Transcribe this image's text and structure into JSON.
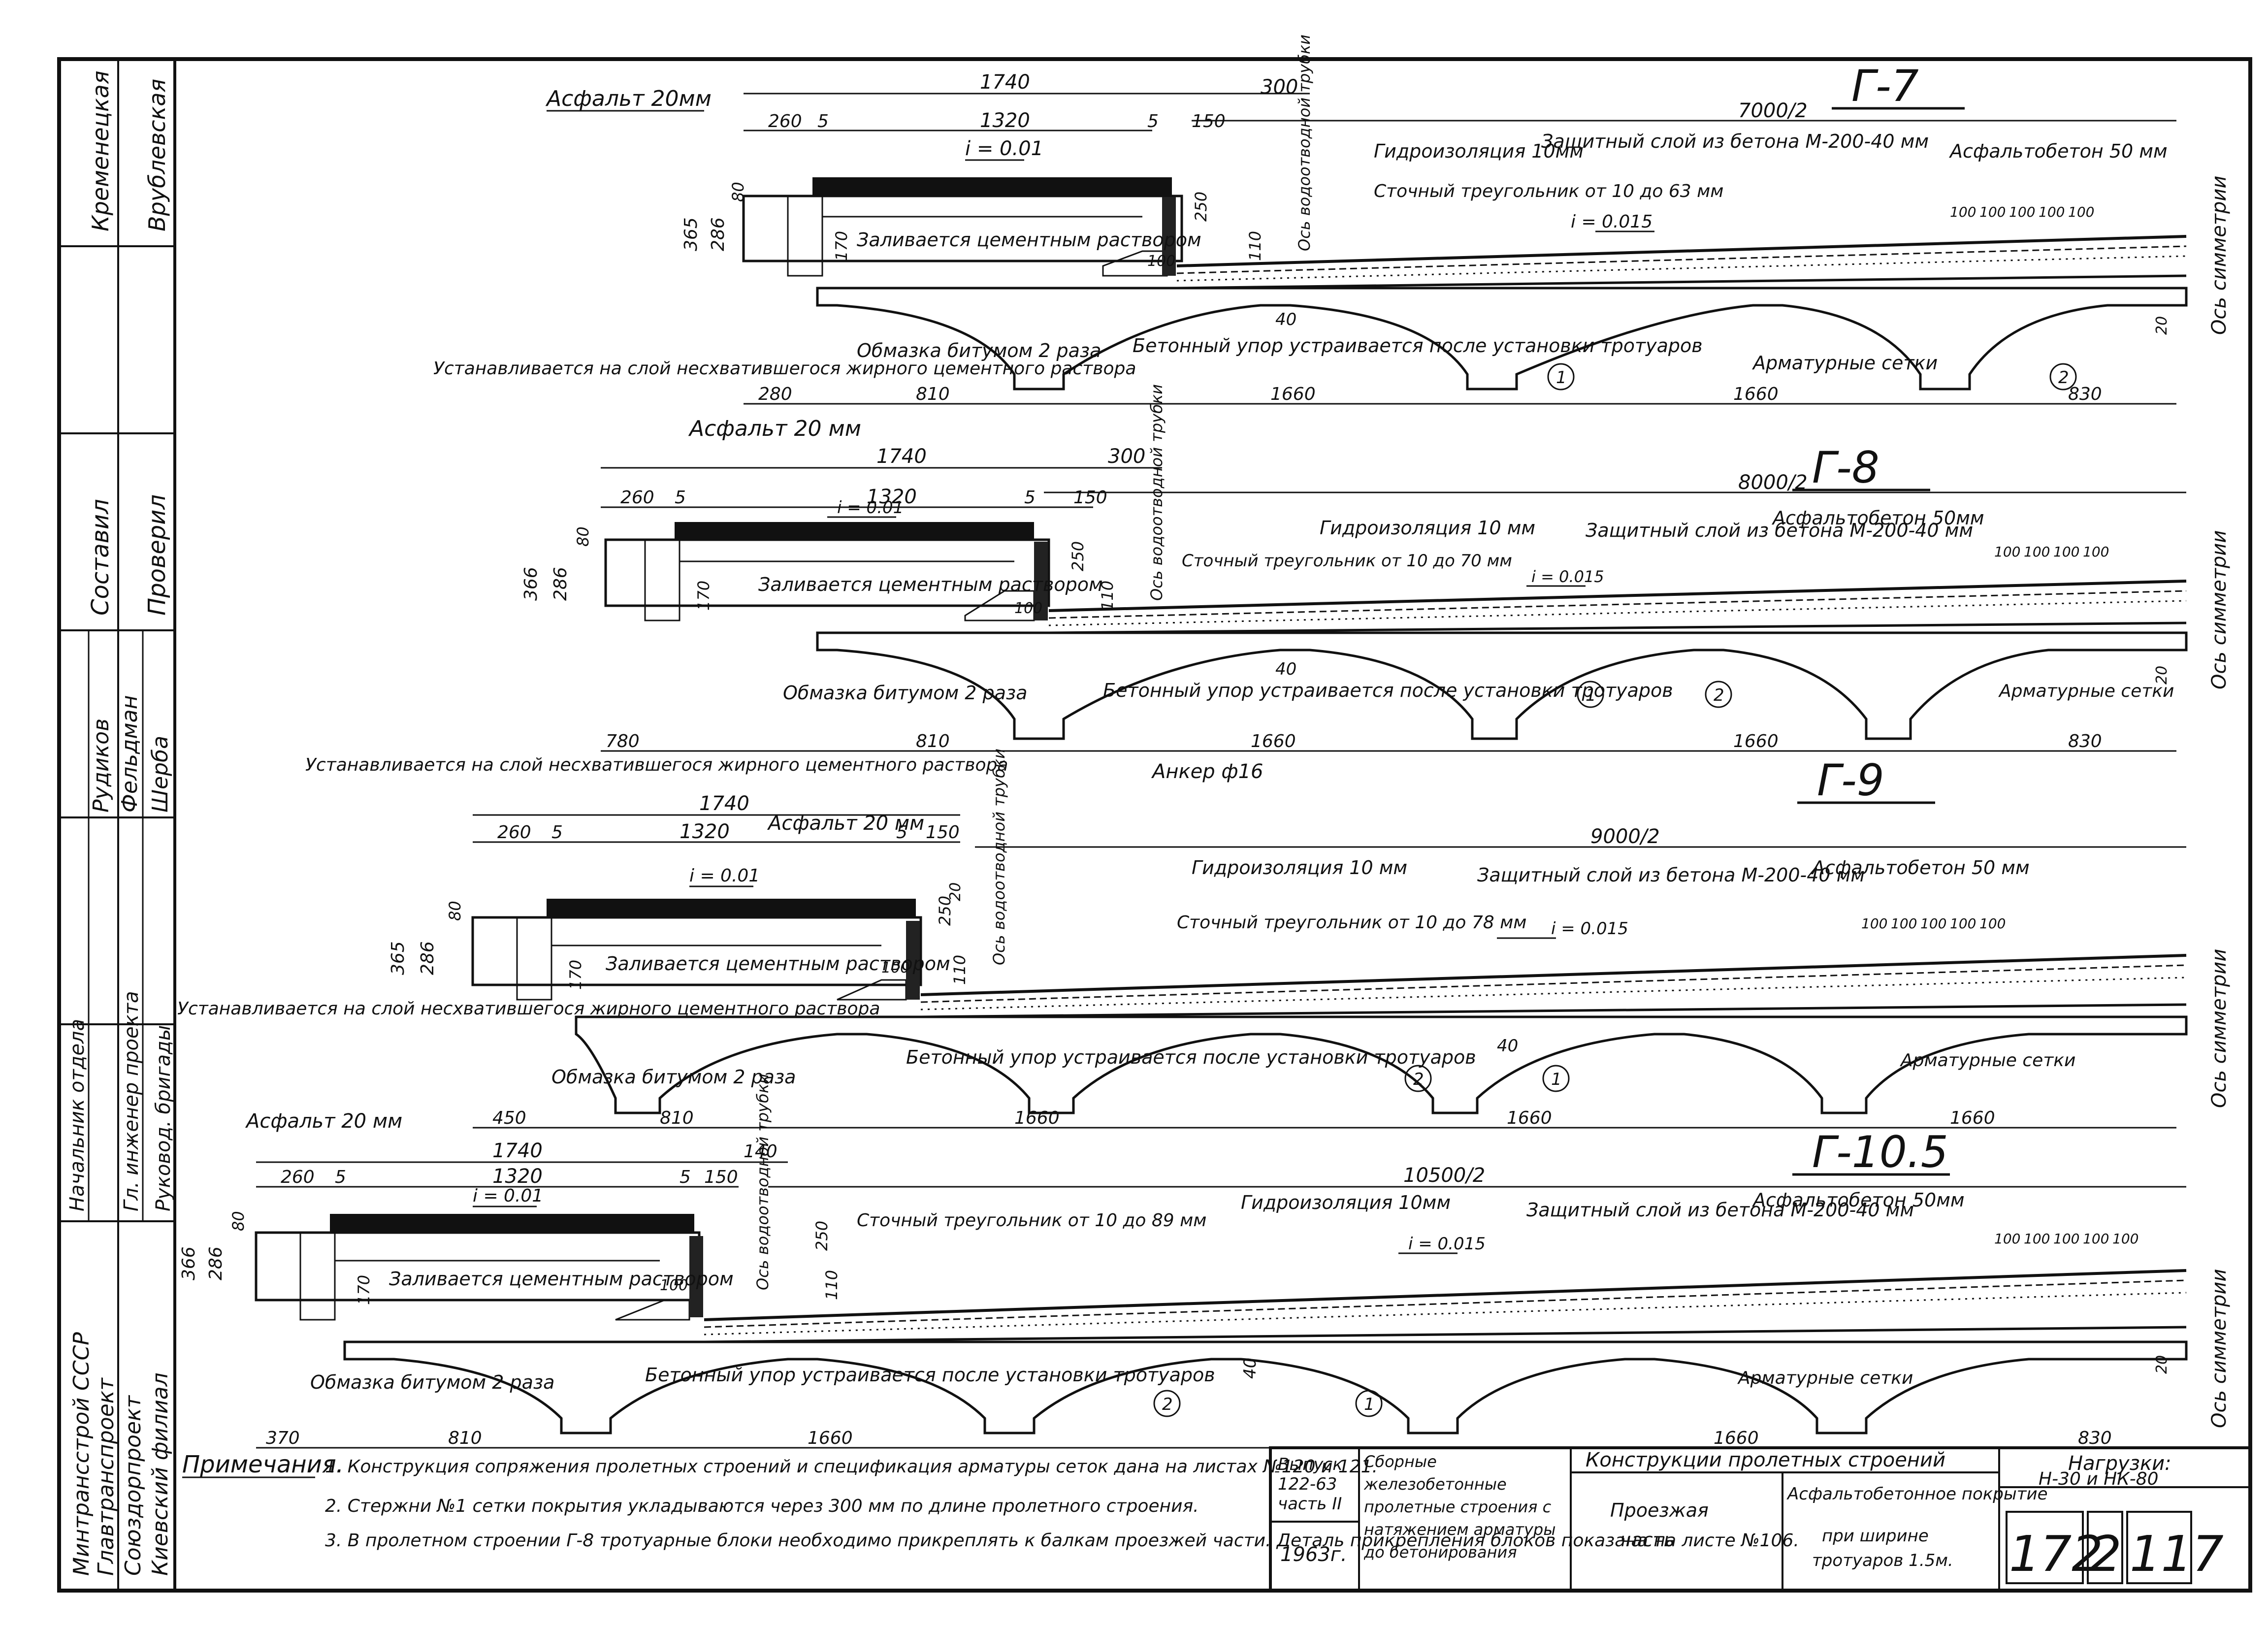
{
  "side_panel": {
    "top_names": [
      "Кременецкая",
      "Врублевская"
    ],
    "role_labels": [
      "Составил",
      "Проверил"
    ],
    "author_names": [
      "Рудиков",
      "Фельдман",
      "Шерба"
    ],
    "position_labels": [
      "Начальник отдела",
      "Гл. инженер проекта",
      "Руковод. бригады"
    ],
    "organization": [
      "Минтрансстрой СССР",
      "Главтранспроект",
      "Союздорпроект",
      "Киевский филиал"
    ]
  },
  "sections": [
    {
      "id": "Г-7",
      "dims_top": [
        "1740",
        "300",
        "7000/2",
        "1320",
        "260",
        "5",
        "5",
        "150"
      ],
      "slope_sidewalk": "i = 0.01",
      "slope_roadway": "i = 0.015",
      "labels": {
        "asphalt": "Асфальт 20мм",
        "waterproofing": "Гидроизоляция 10мм",
        "protective": "Защитный слой из бетона М-200-40 мм",
        "drain": "Сточный треугольник от 10 до 63 мм",
        "asphaltconcrete": "Асфальтобетон 50 мм",
        "fill": "Заливается цементным раствором",
        "bitumen": "Обмазка битумом 2 раза",
        "stop": "Бетонный упор устраивается после установки тротуаров",
        "mesh": "Арматурные сетки",
        "axis_pipe": "Ось водоотводной трубки",
        "axis_sym": "Ось симметрии",
        "installed": "Устанавливается на слой несхватившегося жирного цементного раствора"
      },
      "dims_side": [
        "365",
        "286",
        "80",
        "170",
        "250",
        "110",
        "100",
        "20",
        "40"
      ],
      "dims_mesh": [
        "100",
        "100",
        "100",
        "100",
        "100"
      ],
      "dims_bottom": [
        "280",
        "810",
        "1660",
        "1660",
        "830"
      ],
      "circles": [
        "1",
        "2"
      ]
    },
    {
      "id": "Г-8",
      "dims_top": [
        "1740",
        "300",
        "8000/2",
        "1320",
        "260",
        "5",
        "5",
        "150"
      ],
      "slope_sidewalk": "i = 0.01",
      "slope_roadway": "i = 0.015",
      "labels": {
        "asphalt": "Асфальт 20 мм",
        "waterproofing": "Гидроизоляция 10 мм",
        "protective": "Защитный слой из бетона М-200-40 мм",
        "drain": "Сточный треугольник от 10 до 70 мм",
        "asphaltconcrete": "Асфальтобетон 50мм",
        "fill": "Заливается цементным раствором",
        "bitumen": "Обмазка битумом 2 раза",
        "stop": "Бетонный упор устраивается после установки тротуаров",
        "mesh": "Арматурные сетки",
        "axis_pipe": "Ось водоотводной трубки",
        "axis_sym": "Ось симметрии",
        "anchor": "Анкер ф16"
      },
      "dims_side": [
        "366",
        "286",
        "80",
        "170",
        "250",
        "110",
        "100",
        "20",
        "40"
      ],
      "dims_mesh": [
        "100",
        "100",
        "100",
        "100"
      ],
      "dims_bottom": [
        "780",
        "810",
        "1660",
        "1660",
        "830"
      ],
      "circles": [
        "1",
        "2"
      ]
    },
    {
      "id": "Г-9",
      "dims_top": [
        "1740",
        "9000/2",
        "1320",
        "260",
        "5",
        "5",
        "150"
      ],
      "slope_sidewalk": "i = 0.01",
      "slope_roadway": "i = 0.015",
      "labels": {
        "asphalt": "Асфальт 20 мм",
        "waterproofing": "Гидроизоляция 10 мм",
        "protective": "Защитный слой из бетона М-200-40 мм",
        "drain": "Сточный треугольник от 10 до 78 мм",
        "asphaltconcrete": "Асфальтобетон 50 мм",
        "fill": "Заливается цементным раствором",
        "bitumen": "Обмазка битумом 2 раза",
        "stop": "Бетонный упор устраивается после установки тротуаров",
        "mesh": "Арматурные сетки",
        "axis_pipe": "Ось водоотводной трубки",
        "axis_sym": "Ось симметрии",
        "installed": "Устанавливается на слой несхватившегося жирного цементного раствора"
      },
      "dims_side": [
        "365",
        "286",
        "80",
        "170",
        "250",
        "110",
        "100",
        "20",
        "40"
      ],
      "dims_mesh": [
        "100",
        "100",
        "100",
        "100",
        "100"
      ],
      "dims_bottom": [
        "450",
        "810",
        "1660",
        "1660",
        "1660"
      ],
      "circles": [
        "1",
        "2"
      ]
    },
    {
      "id": "Г-10.5",
      "dims_top": [
        "1740",
        "140",
        "10500/2",
        "1320",
        "260",
        "5",
        "5",
        "150"
      ],
      "slope_sidewalk": "i = 0.01",
      "slope_roadway": "i = 0.015",
      "labels": {
        "asphalt": "Асфальт 20 мм",
        "waterproofing": "Гидроизоляция 10мм",
        "protective": "Защитный слой из бетона М-200-40 мм",
        "drain": "Сточный треугольник от 10 до 89 мм",
        "asphaltconcrete": "Асфальтобетон 50мм",
        "fill": "Заливается цементным раствором",
        "bitumen": "Обмазка битумом 2 раза",
        "stop": "Бетонный упор устраивается после установки тротуаров",
        "mesh": "Арматурные сетки",
        "axis_pipe": "Ось водоотводной трубки",
        "axis_sym": "Ось симметрии",
        "installed": "Устанавливается на слой несхватившегося жирного цементного раствора"
      },
      "dims_side": [
        "366",
        "286",
        "80",
        "170",
        "250",
        "110",
        "100",
        "20",
        "40"
      ],
      "dims_mesh": [
        "100",
        "100",
        "100",
        "100",
        "100"
      ],
      "dims_bottom": [
        "370",
        "810",
        "1660",
        "1660",
        "830"
      ],
      "circles": [
        "1",
        "2"
      ]
    }
  ],
  "notes": {
    "heading": "Примечания.",
    "items": [
      "1. Конструкция сопряжения пролетных строений и спецификация арматуры сеток дана на листах №120 и 121.",
      "2. Стержни №1 сетки покрытия укладываются через 300 мм по длине пролетного строения.",
      "3. В пролетном строении Г-8 тротуарные блоки необходимо прикреплять к балкам проезжей части. Деталь прикрепления блоков показана на листе №106."
    ]
  },
  "title_block": {
    "issue": [
      "Выпуск",
      "122-63",
      "часть II"
    ],
    "year": "1963г.",
    "series": "Сборные железобетонные пролетные строения с натяжением арматуры до бетонирования",
    "construction": "Конструкции пролетных строений",
    "part": [
      "Проезжая",
      "часть"
    ],
    "description": [
      "Асфальтобетонное покрытие",
      "при ширине",
      "тротуаров 1.5м."
    ],
    "loads": [
      "Нагрузки:",
      "Н-30 и НК-80"
    ],
    "sheet_numbers": [
      "172",
      "2",
      "117"
    ]
  }
}
